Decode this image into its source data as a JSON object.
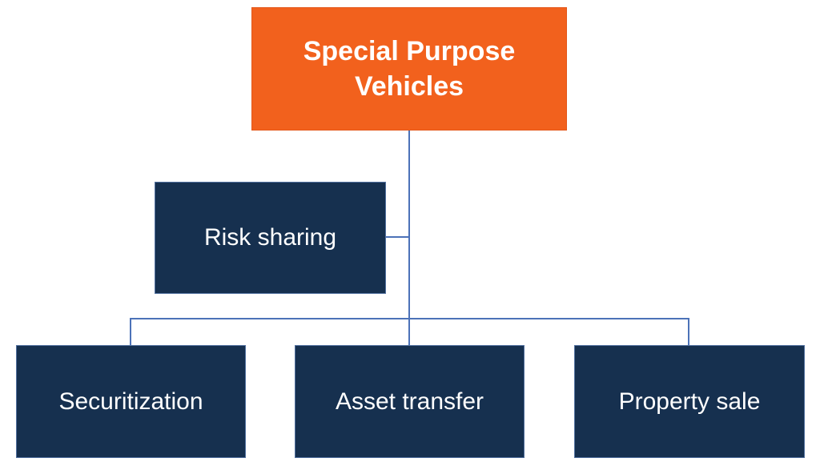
{
  "diagram": {
    "title_node": {
      "label": "Special Purpose Vehicles"
    },
    "side_node": {
      "label": "Risk sharing"
    },
    "leaf_nodes": [
      {
        "label": "Securitization"
      },
      {
        "label": "Asset transfer"
      },
      {
        "label": "Property sale"
      }
    ],
    "colors": {
      "root_fill": "#F2611D",
      "root_border": "#E4571A",
      "node_fill": "#16304F",
      "node_border": "#51709F",
      "connector": "#4C72B8",
      "text": "#FFFFFF",
      "background": "#FFFFFF"
    }
  }
}
